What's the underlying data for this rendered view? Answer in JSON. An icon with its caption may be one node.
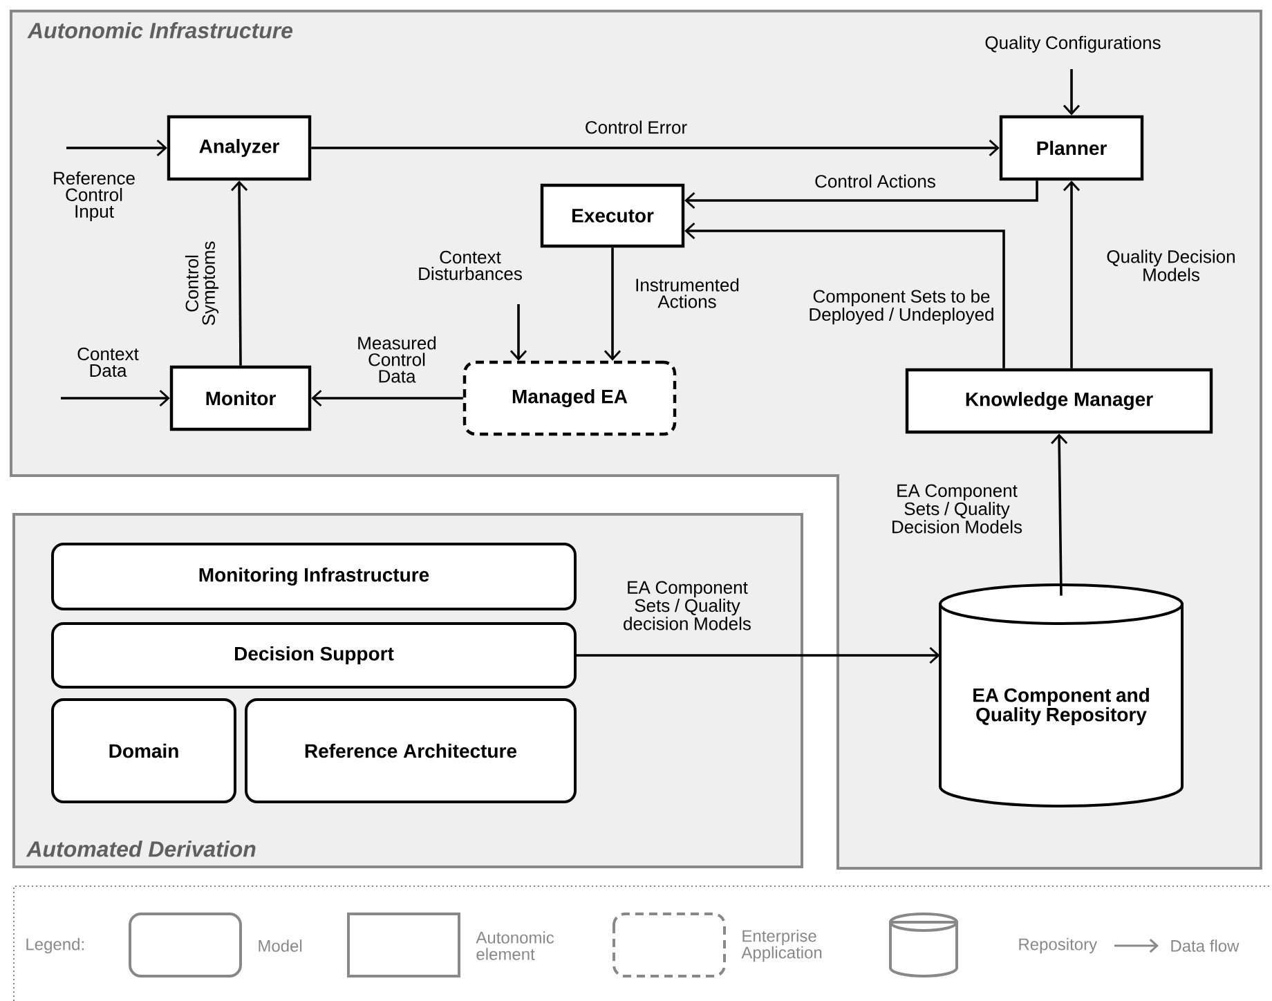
{
  "diagram": {
    "nodes": [
      {
        "text": [
          "Autonomic Infrastructure"
        ]
      },
      {
        "text": [
          "Analyzer"
        ],
        "in": 0
      },
      {
        "text": [
          "Planner"
        ],
        "in": 0
      },
      {
        "text": [
          "Executor"
        ],
        "in": 0
      },
      {
        "text": [
          "Monitor"
        ],
        "in": 0
      },
      {
        "text": [
          "Managed EA"
        ],
        "in": 0
      },
      {
        "text": [
          "Knowledge Manager"
        ],
        "in": 0
      },
      {
        "text": [
          "EA Component and Quality Repository"
        ],
        "in": 0
      },
      {
        "text": [
          "Automated Derivation"
        ]
      },
      {
        "text": [
          "Monitoring Infrastructure"
        ],
        "in": 8
      },
      {
        "text": [
          "Decision Support"
        ],
        "in": 8
      },
      {
        "text": [
          "Domain"
        ],
        "in": 8
      },
      {
        "text": [
          "Reference Architecture"
        ],
        "in": 8
      }
    ],
    "edges": [
      {
        "from": null,
        "to": 1,
        "arrow": "to",
        "label": "Reference Control Input"
      },
      {
        "from": null,
        "to": 4,
        "arrow": "to",
        "label": "Context Data"
      },
      {
        "from": 4,
        "to": 1,
        "arrow": "to",
        "label": "Control Symptoms"
      },
      {
        "from": 1,
        "to": 2,
        "arrow": "to",
        "label": "Control Error"
      },
      {
        "from": 2,
        "to": 3,
        "arrow": "to",
        "label": "Control Actions"
      },
      {
        "from": 6,
        "to": 3,
        "arrow": "to",
        "label": "Component Sets to be Deployed / Undeployed"
      },
      {
        "from": 6,
        "to": 2,
        "arrow": "to",
        "label": "Quality Decision Models"
      },
      {
        "from": null,
        "to": 2,
        "arrow": "to",
        "label": "Quality Configurations"
      },
      {
        "from": null,
        "to": 5,
        "arrow": "to",
        "label": "Context Disturbances"
      },
      {
        "from": 3,
        "to": 5,
        "arrow": "to",
        "label": "Instrumented Actions"
      },
      {
        "from": 5,
        "to": 4,
        "arrow": "to",
        "label": "Measured Control Data"
      },
      {
        "from": 7,
        "to": 6,
        "arrow": "to",
        "label": "EA Component Sets / Quality Decision Models"
      },
      {
        "from": 10,
        "to": 7,
        "arrow": "to",
        "label": "EA Component Sets / Quality decision Models"
      }
    ],
    "labels": [
      "Legend:"
    ],
    "legend": [
      {
        "text": "Model"
      },
      {
        "text": "Autonomic element"
      },
      {
        "text": "Enterprise Application"
      },
      {
        "text": "Repository"
      },
      {
        "text": "Data flow"
      }
    ]
  }
}
